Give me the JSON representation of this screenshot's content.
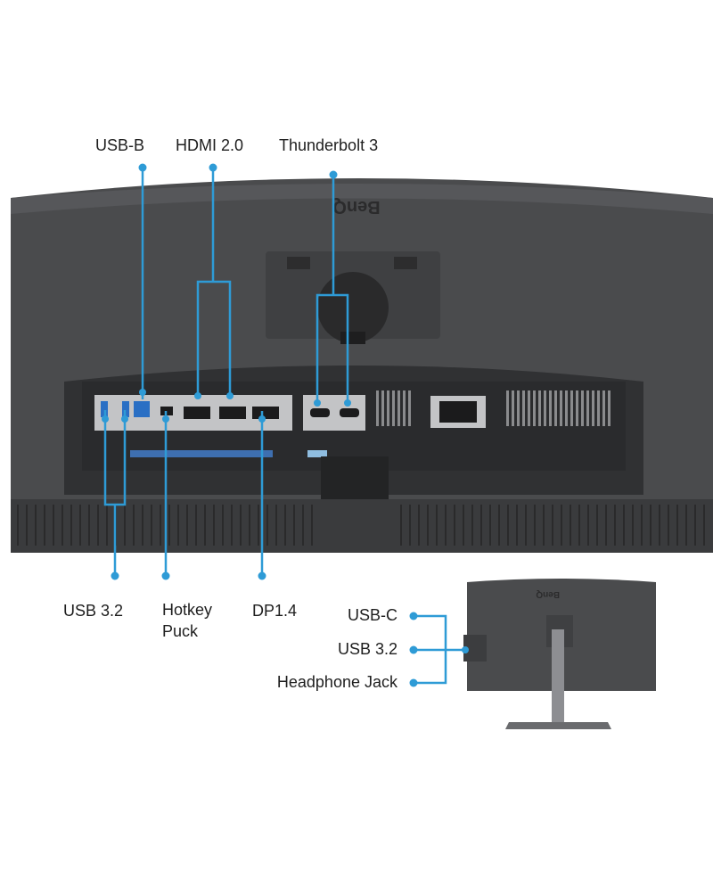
{
  "callouts": {
    "usb_b": "USB-B",
    "hdmi": "HDMI 2.0",
    "thunderbolt": "Thunderbolt 3",
    "usb32_bottom": "USB 3.2",
    "hotkey_puck": "Hotkey Puck",
    "dp": "DP1.4",
    "usb_c_side": "USB-C",
    "usb32_side": "USB 3.2",
    "headphone": "Headphone Jack"
  },
  "branding": {
    "logo_main": "BenQ",
    "logo_small": "BenQ"
  },
  "colors": {
    "accent": "#2e9bd6",
    "monitor_body": "#4a4a4c",
    "port_panel": "#c8c8ca"
  }
}
